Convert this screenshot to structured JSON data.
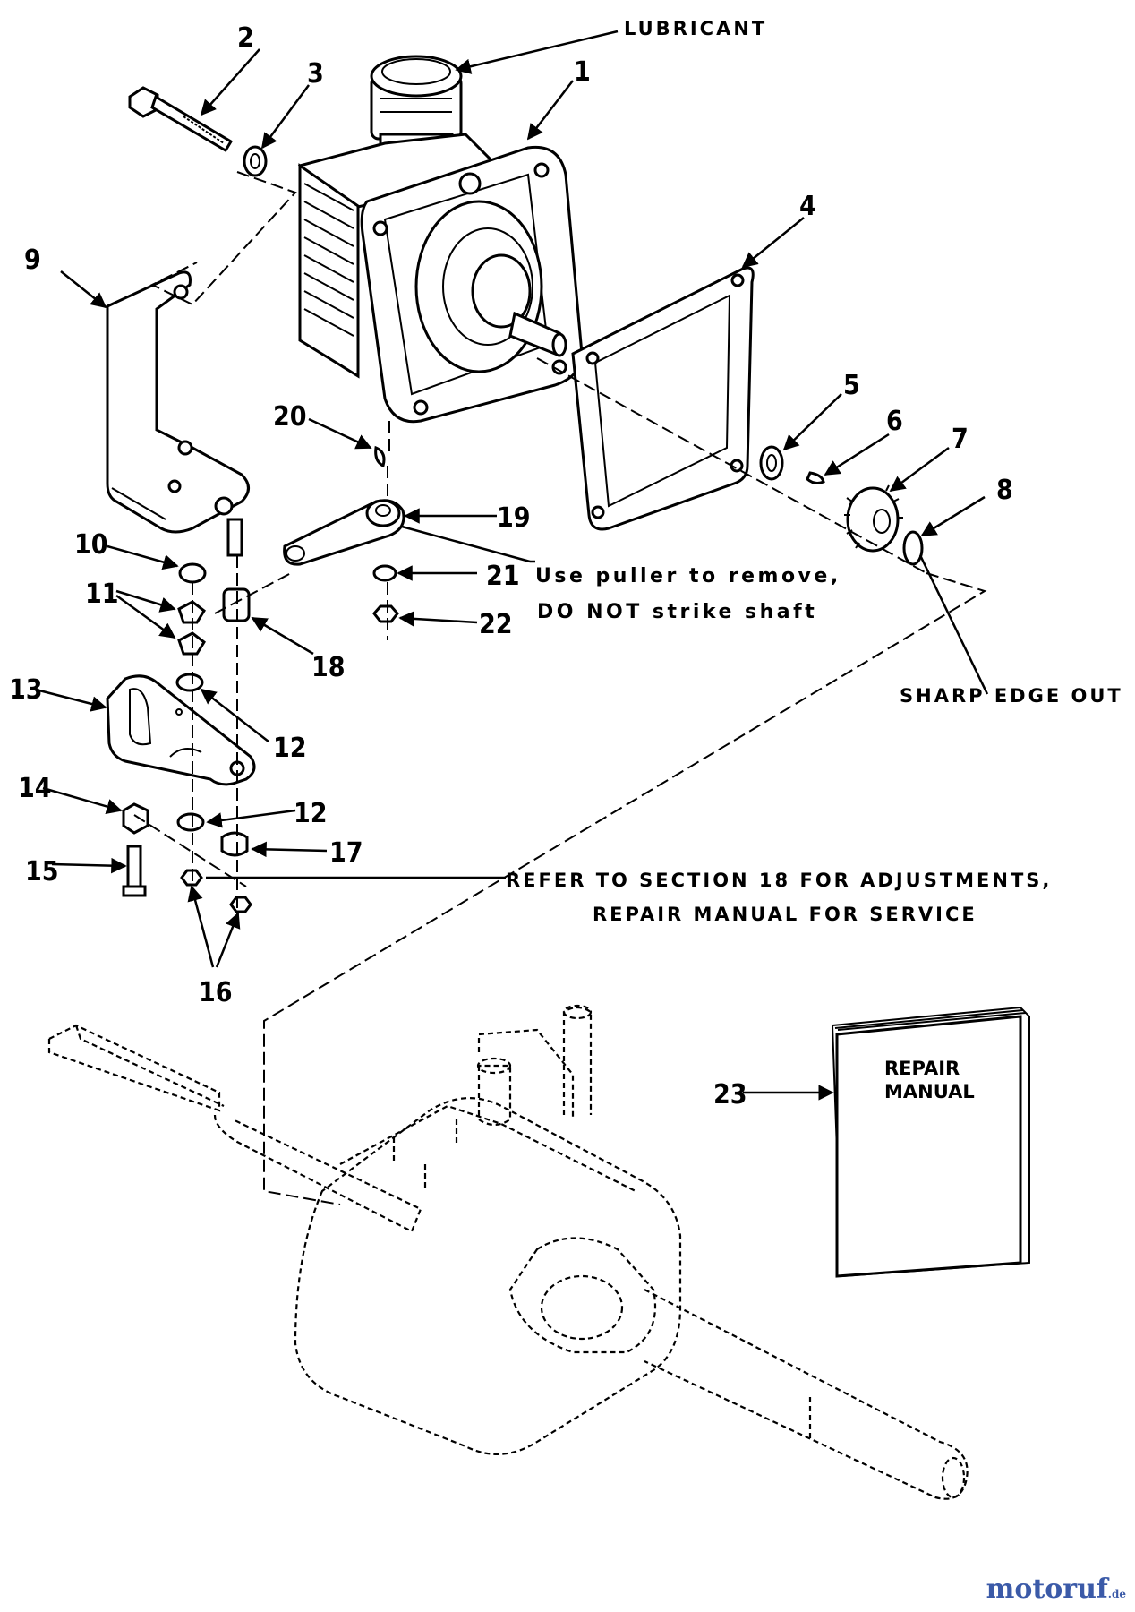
{
  "callouts": {
    "c1": "1",
    "c2": "2",
    "c3": "3",
    "c4": "4",
    "c5": "5",
    "c6": "6",
    "c7": "7",
    "c8": "8",
    "c9": "9",
    "c10": "10",
    "c11": "11",
    "c12a": "12",
    "c12b": "12",
    "c13": "13",
    "c14": "14",
    "c15": "15",
    "c16": "16",
    "c17": "17",
    "c18": "18",
    "c19": "19",
    "c20": "20",
    "c21": "21",
    "c22": "22",
    "c23": "23"
  },
  "notes": {
    "lubricant": "LUBRICANT",
    "puller_line1": "Use puller to remove,",
    "puller_line2": "DO NOT strike shaft",
    "sharp_edge": "SHARP EDGE OUT",
    "refer_line1": "REFER TO SECTION 18 FOR ADJUSTMENTS,",
    "refer_line2": "REPAIR MANUAL FOR SERVICE"
  },
  "manual": {
    "line1": "REPAIR",
    "line2": "MANUAL"
  },
  "watermark": {
    "brand": "motoruf",
    "tld": ".de"
  }
}
